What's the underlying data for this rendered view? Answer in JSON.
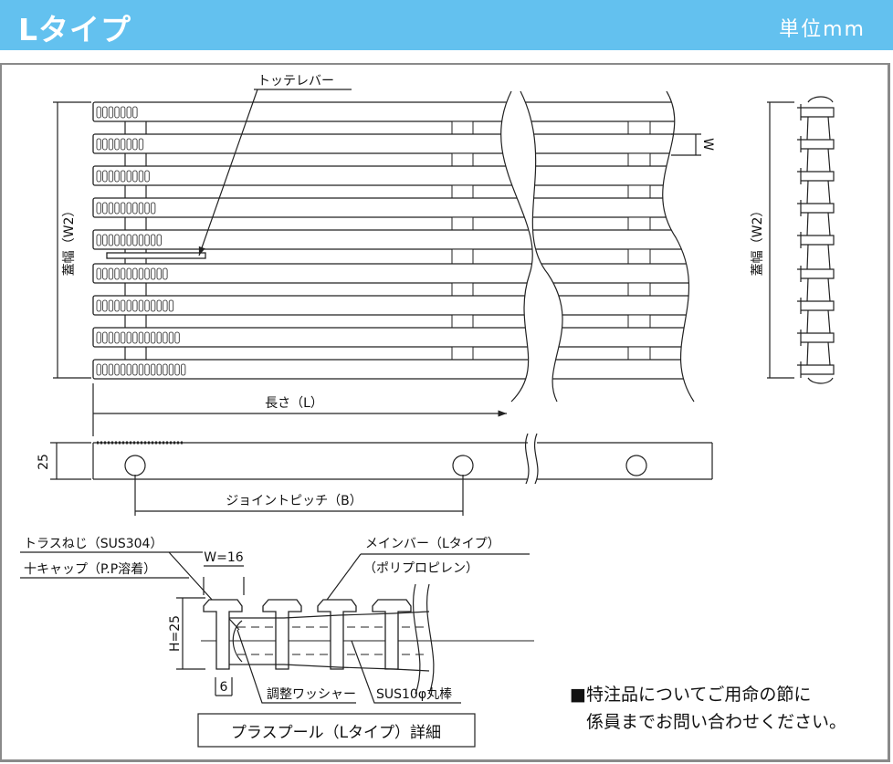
{
  "header": {
    "title": "Lタイプ",
    "unit": "単位mm"
  },
  "plan_view": {
    "totte_bar_label": "トッテレバー",
    "width_label": "蓋幅（W2）",
    "bar_width_label": "W",
    "length_label": "長さ（L）"
  },
  "side_view": {
    "height_label": "25",
    "joint_pitch_label": "ジョイントピッチ（B）"
  },
  "end_view": {
    "width_label": "蓋幅（W2）"
  },
  "detail": {
    "screw_label_1": "トラスねじ（SUS304）",
    "screw_label_2": "十キャップ（P.P溶着）",
    "main_bar_label_1": "メインバー（Lタイプ）",
    "main_bar_label_2": "（ポリプロピレン）",
    "w_label": "W=16",
    "h_label": "H=25",
    "six_label": "6",
    "washer_label": "調整ワッシャー",
    "rod_label": "SUS10φ丸棒",
    "caption": "プラスプール（Lタイプ）詳細"
  },
  "note": {
    "line1": "■特注品についてご用命の節に",
    "line2": "係員までお問い合わせください。"
  },
  "colors": {
    "header_bg": "#63c1ef",
    "border": "#8a8a8a"
  }
}
